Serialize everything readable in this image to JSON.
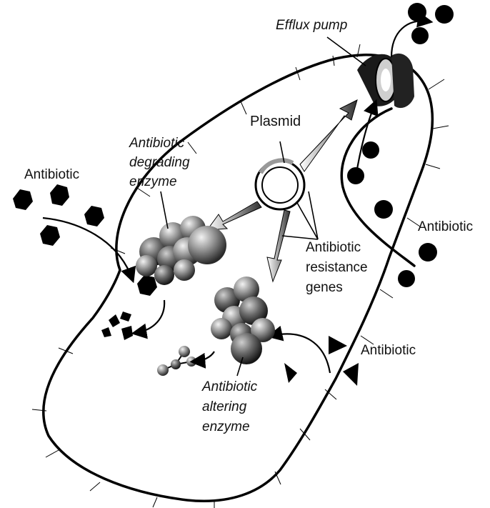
{
  "labels": {
    "efflux_pump": "Efflux pump",
    "plasmid": "Plasmid",
    "degrading_enzyme": [
      "Antibiotic",
      "degrading",
      "enzyme"
    ],
    "antibiotic_left": "Antibiotic",
    "antibiotic_right": "Antibiotic",
    "antibiotic_bottom": "Antibiotic",
    "resistance_genes": [
      "Antibiotic",
      "resistance",
      "genes"
    ],
    "altering_enzyme": [
      "Antibiotic",
      "altering",
      "enzyme"
    ]
  },
  "colors": {
    "ink": "#000000",
    "enzyme_base": "#5a5a5a",
    "enzyme_highlight": "#ececec",
    "plasmid_fill": "#ffffff",
    "gene_arrow": "#9a9a9a"
  }
}
